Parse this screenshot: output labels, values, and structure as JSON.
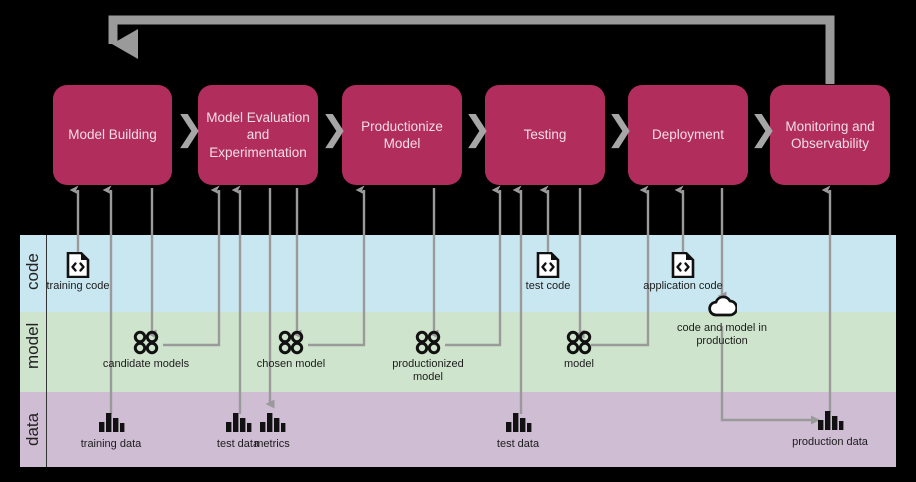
{
  "diagram": {
    "title": "Machine Learning Pipeline Swimlane Diagram",
    "colors": {
      "stage_fill": "#b02d5c",
      "stage_text": "#f3dde5",
      "connector": "#9a9a9a",
      "lane_code": "#c9e7f0",
      "lane_model": "#cfe4cd",
      "lane_data": "#cfbdd3",
      "icon": "#111111"
    }
  },
  "stages": [
    {
      "id": "model-building",
      "label": "Model Building"
    },
    {
      "id": "model-evaluation",
      "label": "Model Evaluation and Experimentation"
    },
    {
      "id": "productionize-model",
      "label": "Productionize Model"
    },
    {
      "id": "testing",
      "label": "Testing"
    },
    {
      "id": "deployment",
      "label": "Deployment"
    },
    {
      "id": "monitoring",
      "label": "Monitoring and Observability"
    }
  ],
  "separators": {
    "glyph": "❯",
    "count": 5
  },
  "lanes": [
    {
      "id": "code",
      "label": "code"
    },
    {
      "id": "model",
      "label": "model"
    },
    {
      "id": "data",
      "label": "data"
    }
  ],
  "artifacts": [
    {
      "id": "training-code",
      "lane": "code",
      "icon": "code-file-icon",
      "label": "training code"
    },
    {
      "id": "test-code",
      "lane": "code",
      "icon": "code-file-icon",
      "label": "test code"
    },
    {
      "id": "application-code",
      "lane": "code",
      "icon": "code-file-icon",
      "label": "application code"
    },
    {
      "id": "candidate-models",
      "lane": "model",
      "icon": "models-icon",
      "label": "candidate models"
    },
    {
      "id": "chosen-model",
      "lane": "model",
      "icon": "models-icon",
      "label": "chosen model"
    },
    {
      "id": "productionized-model",
      "lane": "model",
      "icon": "models-icon",
      "label": "productionized model"
    },
    {
      "id": "model",
      "lane": "model",
      "icon": "models-icon",
      "label": "model"
    },
    {
      "id": "code-and-model-in-production",
      "lane": "model",
      "icon": "cloud-icon",
      "label": "code and model  in production"
    },
    {
      "id": "training-data",
      "lane": "data",
      "icon": "bar-chart-icon",
      "label": "training data"
    },
    {
      "id": "test-data-eval",
      "lane": "data",
      "icon": "bar-chart-icon",
      "label": "test data"
    },
    {
      "id": "metrics",
      "lane": "data",
      "icon": "bar-chart-icon",
      "label": "metrics"
    },
    {
      "id": "test-data-testing",
      "lane": "data",
      "icon": "bar-chart-icon",
      "label": "test data"
    },
    {
      "id": "production-data",
      "lane": "data",
      "icon": "bar-chart-icon",
      "label": "production data"
    }
  ],
  "feedback_loop": {
    "from": "monitoring",
    "to": "model-building"
  }
}
